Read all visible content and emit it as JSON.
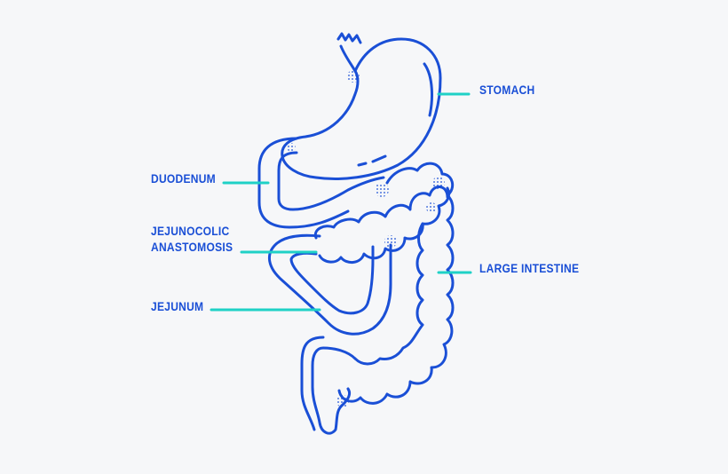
{
  "colors": {
    "background": "#f6f7f9",
    "outline": "#1a4fd6",
    "leader_line": "#1fd1c6"
  },
  "labels": {
    "stomach": "STOMACH",
    "duodenum": "DUODENUM",
    "jejunocolic_line1": "JEJUNOCOLIC",
    "jejunocolic_line2": "ANASTOMOSIS",
    "jejunum": "JEJUNUM",
    "large_intestine": "LARGE INTESTINE"
  }
}
